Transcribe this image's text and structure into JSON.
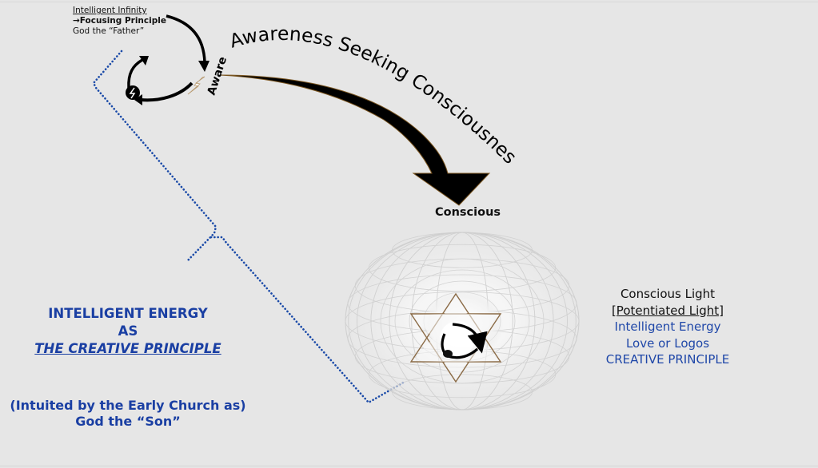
{
  "top_left": {
    "line1": "Intelligent Infinity",
    "line2": "→Focusing Principle",
    "line3": "God the “Father”"
  },
  "aware_label": "Aware",
  "arc_label": "Awareness Seeking Consciousness",
  "conscious_label": "Conscious",
  "right_text": {
    "line1": "Conscious Light",
    "line2": "[Potentiated Light]",
    "line3": "Intelligent Energy",
    "line4": "Love or Logos",
    "line5": "CREATIVE PRINCIPLE"
  },
  "left_text": {
    "line1": "INTELLIGENT ENERGY",
    "line2": "AS",
    "line3": "THE CREATIVE PRINCIPLE"
  },
  "bottom_left_text": {
    "line1": "(Intuited by the Early Church as)",
    "line2": "God the “Son”"
  },
  "icons": {
    "small_cycle": "circular-arrows-icon",
    "lightning": "lightning-bolt-icon",
    "big_arrow": "curved-arrow-icon",
    "torus": "torus-wireframe-icon",
    "star": "hexagram-star-icon"
  },
  "colors": {
    "background": "#e6e6e6",
    "blue_text": "#1a3fa3",
    "dotted_line": "#1a4aa8",
    "star_outline": "#8a6a45",
    "arrow_fill": "#000000",
    "arrow_edge": "#7a5520"
  }
}
